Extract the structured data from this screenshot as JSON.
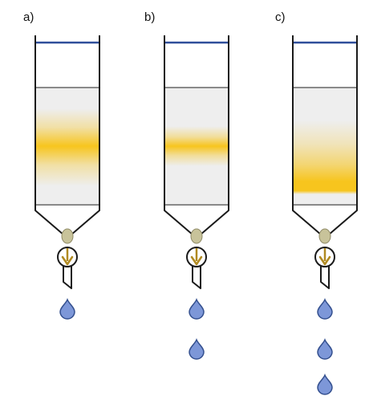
{
  "panels": [
    {
      "label": "a)",
      "band_profile": "broad",
      "drop_count": 1
    },
    {
      "label": "b)",
      "band_profile": "narrow",
      "drop_count": 2
    },
    {
      "label": "c)",
      "band_profile": "tailing",
      "drop_count": 3
    }
  ],
  "colors": {
    "outline": "#1a1a1a",
    "solvent_top_line": "#2f4f9a",
    "packing_top_line": "#8a8a8a",
    "packing_fill": "#eeeeee",
    "band": "#f7c51e",
    "stopcock": "#c8c39a",
    "arrow": "#b08a22",
    "drop": "#7d97d8",
    "drop_outline": "#34508f"
  },
  "icons": {
    "drop": "water-drop-icon",
    "flow_arrow": "arrow-down-icon",
    "stopcock": "stopcock-icon"
  }
}
